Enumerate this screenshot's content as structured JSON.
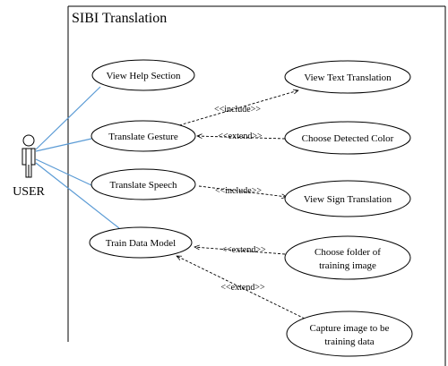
{
  "system": {
    "title": "SIBI Translation"
  },
  "actor": {
    "label": "USER"
  },
  "use_cases": {
    "view_help": "View Help Section",
    "translate_gesture": "Translate Gesture",
    "translate_speech": "Translate Speech",
    "train_data_model": "Train Data Model",
    "view_text_translation": "View Text Translation",
    "choose_detected_color": "Choose Detected Color",
    "view_sign_translation": "View Sign Translation",
    "choose_folder_line1": "Choose folder of",
    "choose_folder_line2": "training image",
    "capture_image_line1": "Capture image to be",
    "capture_image_line2": "training data"
  },
  "relationships": {
    "gesture_include": "<<include>>",
    "gesture_extend": "<<extend>>",
    "speech_include": "<<include>>",
    "train_extend_folder": "<<extend>>",
    "train_extend_capture": "<<extend>>"
  }
}
